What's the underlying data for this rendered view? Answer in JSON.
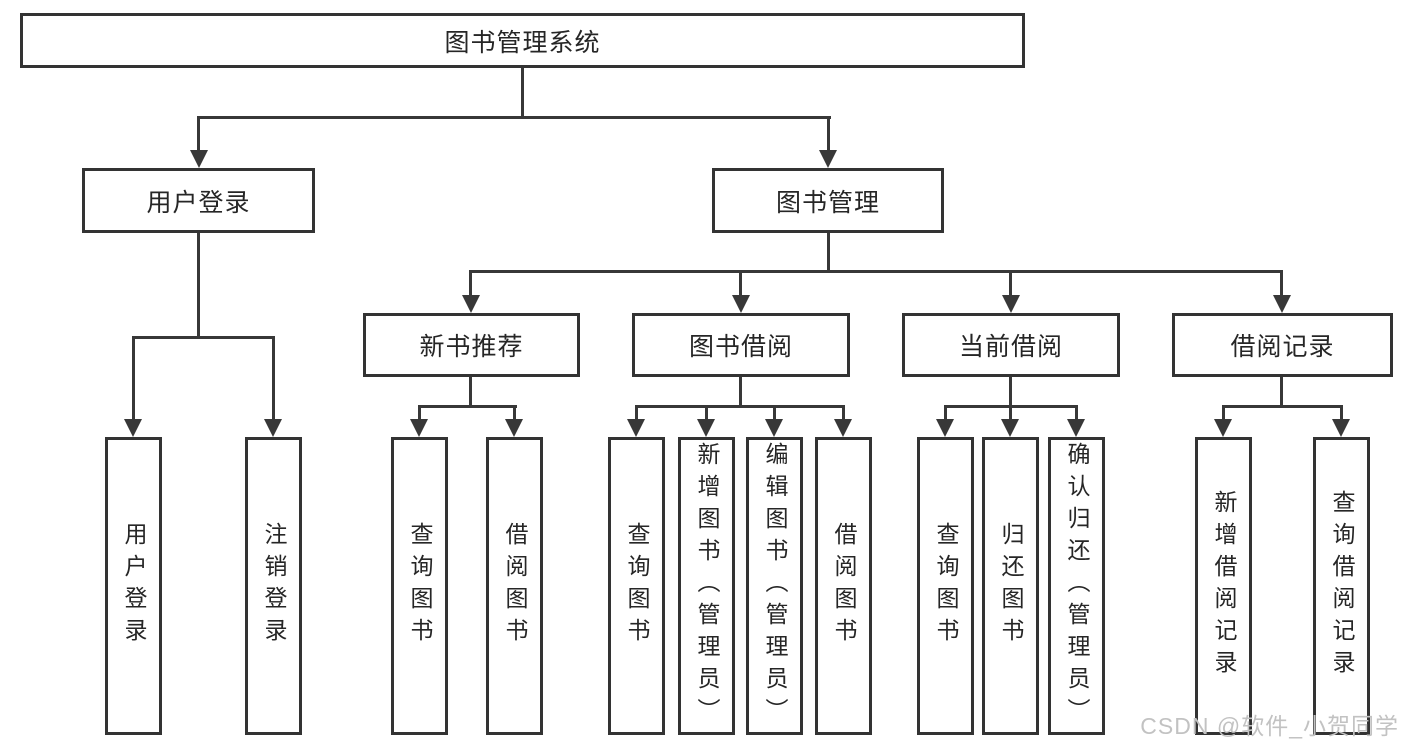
{
  "colors": {
    "line": "#383838",
    "box_border": "#333333",
    "text": "#262626",
    "watermark": "#c2c2c2",
    "background": "#ffffff"
  },
  "watermark": {
    "text": "CSDN @软件_小贺同学"
  },
  "tree": {
    "root": {
      "label": "图书管理系统",
      "children": [
        {
          "label": "用户登录",
          "children": [
            {
              "label": "用户登录"
            },
            {
              "label": "注销登录"
            }
          ]
        },
        {
          "label": "图书管理",
          "children": [
            {
              "label": "新书推荐",
              "children": [
                {
                  "label": "查询图书"
                },
                {
                  "label": "借阅图书"
                }
              ]
            },
            {
              "label": "图书借阅",
              "children": [
                {
                  "label": "查询图书"
                },
                {
                  "label": "新增图书（管理员）"
                },
                {
                  "label": "编辑图书（管理员）"
                },
                {
                  "label": "借阅图书"
                }
              ]
            },
            {
              "label": "当前借阅",
              "children": [
                {
                  "label": "查询图书"
                },
                {
                  "label": "归还图书"
                },
                {
                  "label": "确认归还（管理员）"
                }
              ]
            },
            {
              "label": "借阅记录",
              "children": [
                {
                  "label": "新增借阅记录"
                },
                {
                  "label": "查询借阅记录"
                }
              ]
            }
          ]
        }
      ]
    }
  }
}
